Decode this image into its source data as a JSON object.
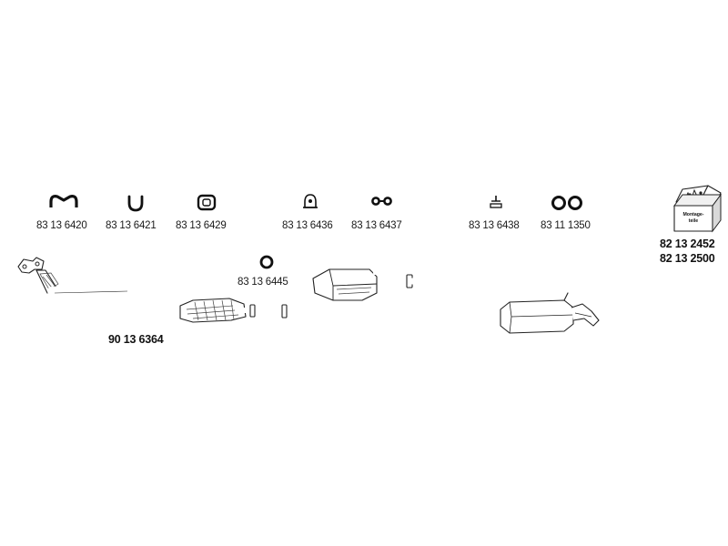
{
  "parts": {
    "hardware": [
      {
        "label": "83 13 6420",
        "icon": "omega-bracket-icon"
      },
      {
        "label": "83 13 6421",
        "icon": "u-clamp-icon"
      },
      {
        "label": "83 13 6429",
        "icon": "rubber-mount-icon"
      },
      {
        "label": "83 13 6436",
        "icon": "bell-hanger-icon"
      },
      {
        "label": "83 13 6437",
        "icon": "twin-ring-hanger-icon"
      },
      {
        "label": "83 13 6438",
        "icon": "stud-mount-icon"
      },
      {
        "label": "83 11 1350",
        "icon": "double-ring-icon"
      }
    ],
    "gasket": {
      "label": "83 13 6445",
      "icon": "o-ring-icon"
    },
    "catalytic_front_pipe": {
      "label": "90 13 6364"
    },
    "mounting_kit": {
      "box_text_line1": "Montage-",
      "box_text_line2": "teile",
      "label_line1": "82 13 2452",
      "label_line2": "82 13 2500"
    }
  }
}
